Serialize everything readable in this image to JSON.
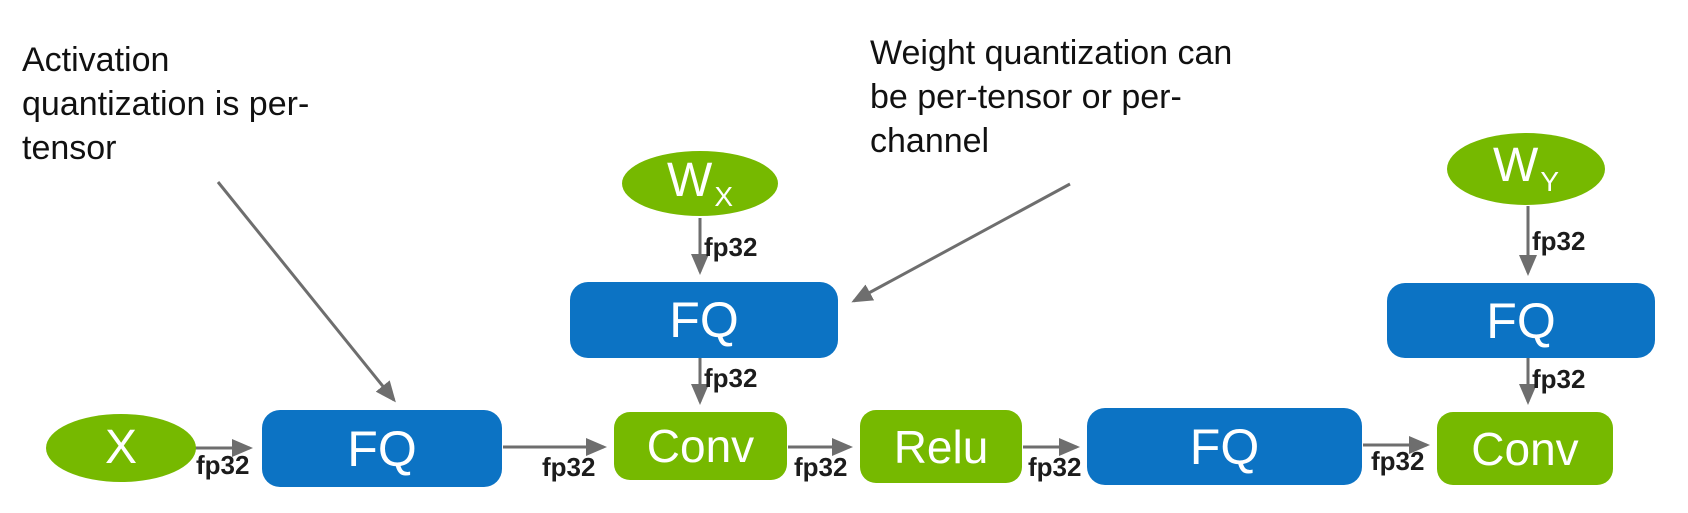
{
  "annotations": {
    "activation": {
      "lines": [
        "Activation",
        "quantization is per-",
        "tensor"
      ]
    },
    "weight": {
      "lines": [
        "Weight quantization can",
        "be per-tensor or per-",
        "channel"
      ]
    }
  },
  "nodes": {
    "x_input": {
      "label": "X"
    },
    "wx": {
      "base": "W",
      "sub": "X"
    },
    "wy": {
      "base": "W",
      "sub": "Y"
    },
    "fq1": {
      "label": "FQ"
    },
    "fq_mid": {
      "label": "FQ"
    },
    "fq2": {
      "label": "FQ"
    },
    "fq3": {
      "label": "FQ"
    },
    "conv1": {
      "label": "Conv"
    },
    "relu": {
      "label": "Relu"
    },
    "conv2": {
      "label": "Conv"
    }
  },
  "edge_labels": [
    {
      "name": "x-to-fq1",
      "label": "fp32"
    },
    {
      "name": "fq1-to-conv1",
      "label": "fp32"
    },
    {
      "name": "conv1-to-relu",
      "label": "fp32"
    },
    {
      "name": "relu-to-fq2",
      "label": "fp32"
    },
    {
      "name": "fq2-to-conv2",
      "label": "fp32"
    },
    {
      "name": "wx-to-fq",
      "label": "fp32"
    },
    {
      "name": "fq-to-conv1",
      "label": "fp32"
    },
    {
      "name": "wy-to-fq",
      "label": "fp32"
    },
    {
      "name": "fq-to-conv2",
      "label": "fp32"
    }
  ],
  "colors": {
    "nvidia_green": "#76b900",
    "node_blue": "#0c73c4",
    "arrow_gray": "#6e6e6e",
    "annotation_text": "#111111",
    "edge_label_text": "#1c1c1c",
    "node_text": "#ffffff",
    "background": "#ffffff"
  }
}
